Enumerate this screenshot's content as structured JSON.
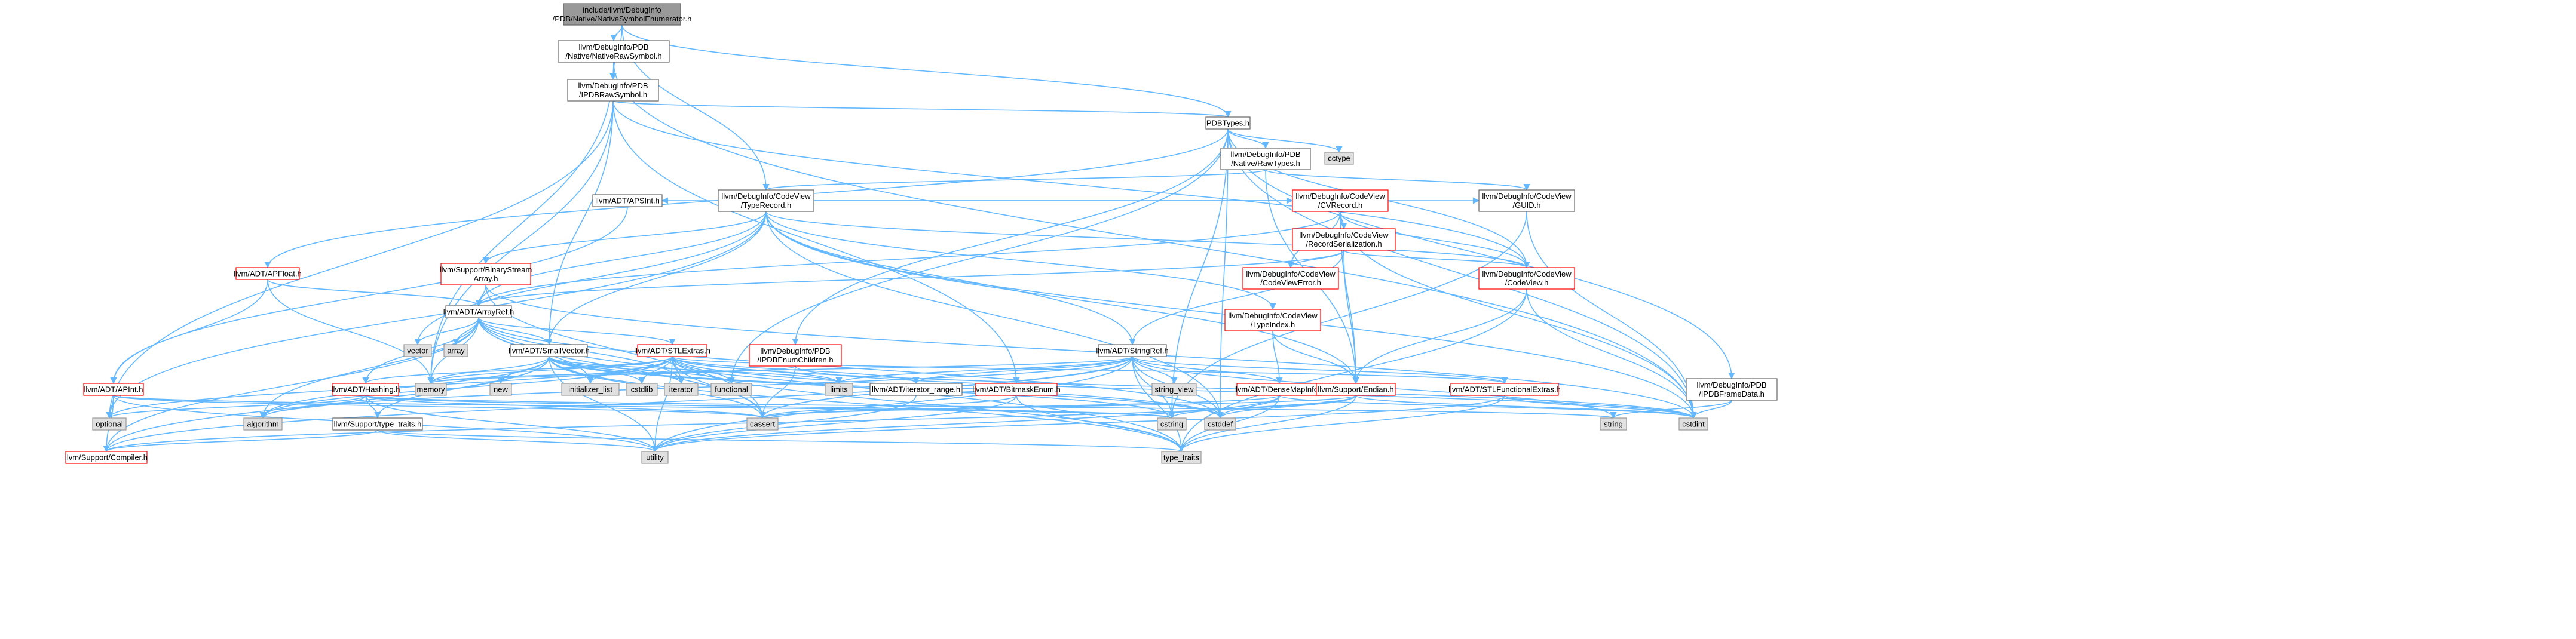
{
  "colors": {
    "edge": "#63b8ff",
    "node_border": "#666666",
    "node_fill": "#ffffff",
    "root_fill": "#999999",
    "error_border": "#ff0000",
    "system_fill": "#e0e0e0",
    "system_border": "#999999",
    "text": "#000000"
  },
  "nodes": [
    {
      "id": "root",
      "kind": "root",
      "lines": [
        "include/llvm/DebugInfo",
        "/PDB/Native/NativeSymbolEnumerator.h"
      ]
    },
    {
      "id": "native_raw_symbol",
      "kind": "normal",
      "lines": [
        "llvm/DebugInfo/PDB",
        "/Native/NativeRawSymbol.h"
      ]
    },
    {
      "id": "ipdb_raw_symbol",
      "kind": "normal",
      "lines": [
        "llvm/DebugInfo/PDB",
        "/IPDBRawSymbol.h"
      ]
    },
    {
      "id": "pdb_types",
      "kind": "normal",
      "lines": [
        "PDBTypes.h"
      ]
    },
    {
      "id": "native_raw_types",
      "kind": "normal",
      "lines": [
        "llvm/DebugInfo/PDB",
        "/Native/RawTypes.h"
      ]
    },
    {
      "id": "cctype",
      "kind": "system",
      "lines": [
        "cctype"
      ]
    },
    {
      "id": "type_record",
      "kind": "normal",
      "lines": [
        "llvm/DebugInfo/CodeView",
        "/TypeRecord.h"
      ]
    },
    {
      "id": "guid",
      "kind": "normal",
      "lines": [
        "llvm/DebugInfo/CodeView",
        "/GUID.h"
      ]
    },
    {
      "id": "cvrecord",
      "kind": "error",
      "lines": [
        "llvm/DebugInfo/CodeView",
        "/CVRecord.h"
      ]
    },
    {
      "id": "apsint",
      "kind": "normal",
      "lines": [
        "llvm/ADT/APSInt.h"
      ]
    },
    {
      "id": "apfloat",
      "kind": "error",
      "lines": [
        "llvm/ADT/APFloat.h"
      ]
    },
    {
      "id": "binary_stream_array",
      "kind": "error",
      "lines": [
        "llvm/Support/BinaryStream",
        "Array.h"
      ]
    },
    {
      "id": "record_serialization",
      "kind": "error",
      "lines": [
        "llvm/DebugInfo/CodeView",
        "/RecordSerialization.h"
      ]
    },
    {
      "id": "codeview_error",
      "kind": "error",
      "lines": [
        "llvm/DebugInfo/CodeView",
        "/CodeViewError.h"
      ]
    },
    {
      "id": "codeview",
      "kind": "error",
      "lines": [
        "llvm/DebugInfo/CodeView",
        "/CodeView.h"
      ]
    },
    {
      "id": "type_index",
      "kind": "error",
      "lines": [
        "llvm/DebugInfo/CodeView",
        "/TypeIndex.h"
      ]
    },
    {
      "id": "arrayref",
      "kind": "normal",
      "lines": [
        "llvm/ADT/ArrayRef.h"
      ]
    },
    {
      "id": "vector",
      "kind": "system",
      "lines": [
        "vector"
      ]
    },
    {
      "id": "array",
      "kind": "system",
      "lines": [
        "array"
      ]
    },
    {
      "id": "smallvector",
      "kind": "normal",
      "lines": [
        "llvm/ADT/SmallVector.h"
      ]
    },
    {
      "id": "stlextras",
      "kind": "error",
      "lines": [
        "llvm/ADT/STLExtras.h"
      ]
    },
    {
      "id": "ipdb_enum_children",
      "kind": "error",
      "lines": [
        "llvm/DebugInfo/PDB",
        "/IPDBEnumChildren.h"
      ]
    },
    {
      "id": "stringref",
      "kind": "normal",
      "lines": [
        "llvm/ADT/StringRef.h"
      ]
    },
    {
      "id": "ipdb_frame_data",
      "kind": "normal",
      "lines": [
        "llvm/DebugInfo/PDB",
        "/IPDBFrameData.h"
      ]
    },
    {
      "id": "apint",
      "kind": "error",
      "lines": [
        "llvm/ADT/APInt.h"
      ]
    },
    {
      "id": "new",
      "kind": "system",
      "lines": [
        "new"
      ]
    },
    {
      "id": "hashing",
      "kind": "error",
      "lines": [
        "llvm/ADT/Hashing.h"
      ]
    },
    {
      "id": "memory",
      "kind": "system",
      "lines": [
        "memory"
      ]
    },
    {
      "id": "initializer_list",
      "kind": "system",
      "lines": [
        "initializer_list"
      ]
    },
    {
      "id": "cstdlib",
      "kind": "system",
      "lines": [
        "cstdlib"
      ]
    },
    {
      "id": "iterator",
      "kind": "system",
      "lines": [
        "iterator"
      ]
    },
    {
      "id": "functional",
      "kind": "system",
      "lines": [
        "functional"
      ]
    },
    {
      "id": "limits",
      "kind": "system",
      "lines": [
        "limits"
      ]
    },
    {
      "id": "iterator_range",
      "kind": "normal",
      "lines": [
        "llvm/ADT/iterator_range.h"
      ]
    },
    {
      "id": "bitmask_enum",
      "kind": "error",
      "lines": [
        "llvm/ADT/BitmaskEnum.h"
      ]
    },
    {
      "id": "string_view",
      "kind": "system",
      "lines": [
        "string_view"
      ]
    },
    {
      "id": "densemapinfo",
      "kind": "error",
      "lines": [
        "llvm/ADT/DenseMapInfo.h"
      ]
    },
    {
      "id": "endian",
      "kind": "error",
      "lines": [
        "llvm/Support/Endian.h"
      ]
    },
    {
      "id": "stlfunctionalextras",
      "kind": "error",
      "lines": [
        "llvm/ADT/STLFunctionalExtras.h"
      ]
    },
    {
      "id": "string",
      "kind": "system",
      "lines": [
        "string"
      ]
    },
    {
      "id": "cstdint",
      "kind": "system",
      "lines": [
        "cstdint"
      ]
    },
    {
      "id": "optional",
      "kind": "system",
      "lines": [
        "optional"
      ]
    },
    {
      "id": "algorithm",
      "kind": "system",
      "lines": [
        "algorithm"
      ]
    },
    {
      "id": "type_traits_h",
      "kind": "normal",
      "lines": [
        "llvm/Support/type_traits.h"
      ]
    },
    {
      "id": "cassert",
      "kind": "system",
      "lines": [
        "cassert"
      ]
    },
    {
      "id": "cstring",
      "kind": "system",
      "lines": [
        "cstring"
      ]
    },
    {
      "id": "cstddef",
      "kind": "system",
      "lines": [
        "cstddef"
      ]
    },
    {
      "id": "compiler",
      "kind": "error",
      "lines": [
        "llvm/Support/Compiler.h"
      ]
    },
    {
      "id": "utility",
      "kind": "system",
      "lines": [
        "utility"
      ]
    },
    {
      "id": "type_traits",
      "kind": "system",
      "lines": [
        "type_traits"
      ]
    }
  ],
  "edges": [
    [
      "root",
      "native_raw_symbol"
    ],
    [
      "root",
      "ipdb_raw_symbol"
    ],
    [
      "root",
      "pdb_types"
    ],
    [
      "root",
      "type_record"
    ],
    [
      "native_raw_symbol",
      "ipdb_raw_symbol"
    ],
    [
      "native_raw_symbol",
      "memory"
    ],
    [
      "native_raw_symbol",
      "cstdint"
    ],
    [
      "ipdb_raw_symbol",
      "pdb_types"
    ],
    [
      "ipdb_raw_symbol",
      "smallvector"
    ],
    [
      "ipdb_raw_symbol",
      "bitmask_enum"
    ],
    [
      "ipdb_raw_symbol",
      "memory"
    ],
    [
      "ipdb_raw_symbol",
      "codeview"
    ],
    [
      "ipdb_raw_symbol",
      "optional"
    ],
    [
      "pdb_types",
      "native_raw_types"
    ],
    [
      "pdb_types",
      "cctype"
    ],
    [
      "pdb_types",
      "ipdb_enum_children"
    ],
    [
      "pdb_types",
      "ipdb_frame_data"
    ],
    [
      "pdb_types",
      "apfloat"
    ],
    [
      "pdb_types",
      "codeview"
    ],
    [
      "pdb_types",
      "cstdint"
    ],
    [
      "pdb_types",
      "cstring"
    ],
    [
      "pdb_types",
      "cstddef"
    ],
    [
      "pdb_types",
      "functional"
    ],
    [
      "native_raw_types",
      "type_record"
    ],
    [
      "native_raw_types",
      "guid"
    ],
    [
      "native_raw_types",
      "endian"
    ],
    [
      "type_record",
      "apsint"
    ],
    [
      "type_record",
      "arrayref"
    ],
    [
      "type_record",
      "smallvector"
    ],
    [
      "type_record",
      "stringref"
    ],
    [
      "type_record",
      "cvrecord"
    ],
    [
      "type_record",
      "codeview"
    ],
    [
      "type_record",
      "guid"
    ],
    [
      "type_record",
      "type_index"
    ],
    [
      "type_record",
      "binary_stream_array"
    ],
    [
      "type_record",
      "endian"
    ],
    [
      "type_record",
      "optional"
    ],
    [
      "type_record",
      "cstdint"
    ],
    [
      "type_record",
      "vector"
    ],
    [
      "type_record",
      "cstddef"
    ],
    [
      "guid",
      "cstdint"
    ],
    [
      "guid",
      "cstring"
    ],
    [
      "cvrecord",
      "arrayref"
    ],
    [
      "cvrecord",
      "codeview"
    ],
    [
      "cvrecord",
      "codeview_error"
    ],
    [
      "cvrecord",
      "record_serialization"
    ],
    [
      "cvrecord",
      "endian"
    ],
    [
      "cvrecord",
      "cstdint"
    ],
    [
      "apsint",
      "apint"
    ],
    [
      "apfloat",
      "arrayref"
    ],
    [
      "apfloat",
      "apint"
    ],
    [
      "apfloat",
      "memory"
    ],
    [
      "binary_stream_array",
      "arrayref"
    ],
    [
      "binary_stream_array",
      "cassert"
    ],
    [
      "binary_stream_array",
      "cstdint"
    ],
    [
      "record_serialization",
      "arrayref"
    ],
    [
      "record_serialization",
      "stringref"
    ],
    [
      "record_serialization",
      "codeview"
    ],
    [
      "record_serialization",
      "codeview_error"
    ],
    [
      "record_serialization",
      "endian"
    ],
    [
      "codeview",
      "endian"
    ],
    [
      "codeview",
      "cstdint"
    ],
    [
      "codeview",
      "type_traits"
    ],
    [
      "type_index",
      "endian"
    ],
    [
      "type_index",
      "densemapinfo"
    ],
    [
      "type_index",
      "cinttypes"
    ],
    [
      "arrayref",
      "hashing"
    ],
    [
      "arrayref",
      "smallvector"
    ],
    [
      "arrayref",
      "stlextras"
    ],
    [
      "arrayref",
      "compiler"
    ],
    [
      "arrayref",
      "algorithm"
    ],
    [
      "arrayref",
      "array"
    ],
    [
      "arrayref",
      "cassert"
    ],
    [
      "arrayref",
      "cstddef"
    ],
    [
      "arrayref",
      "initializer_list"
    ],
    [
      "arrayref",
      "iterator"
    ],
    [
      "arrayref",
      "memory"
    ],
    [
      "arrayref",
      "type_traits"
    ],
    [
      "arrayref",
      "vector"
    ],
    [
      "smallvector",
      "compiler"
    ],
    [
      "smallvector",
      "type_traits_h"
    ],
    [
      "smallvector",
      "algorithm"
    ],
    [
      "smallvector",
      "cassert"
    ],
    [
      "smallvector",
      "cstddef"
    ],
    [
      "smallvector",
      "cstdlib"
    ],
    [
      "smallvector",
      "cstring"
    ],
    [
      "smallvector",
      "functional"
    ],
    [
      "smallvector",
      "initializer_list"
    ],
    [
      "smallvector",
      "iterator"
    ],
    [
      "smallvector",
      "limits"
    ],
    [
      "smallvector",
      "memory"
    ],
    [
      "smallvector",
      "new"
    ],
    [
      "smallvector",
      "type_traits"
    ],
    [
      "smallvector",
      "utility"
    ],
    [
      "stlextras",
      "hashing"
    ],
    [
      "stlextras",
      "iterator_range"
    ],
    [
      "stlextras",
      "stlfunctionalextras"
    ],
    [
      "stlextras",
      "algorithm"
    ],
    [
      "stlextras",
      "cassert"
    ],
    [
      "stlextras",
      "cstddef"
    ],
    [
      "stlextras",
      "cstdint"
    ],
    [
      "stlextras",
      "cstdlib"
    ],
    [
      "stlextras",
      "functional"
    ],
    [
      "stlextras",
      "initializer_list"
    ],
    [
      "stlextras",
      "iterator"
    ],
    [
      "stlextras",
      "limits"
    ],
    [
      "stlextras",
      "memory"
    ],
    [
      "stlextras",
      "optional"
    ],
    [
      "stlextras",
      "tuple"
    ],
    [
      "stlextras",
      "type_traits"
    ],
    [
      "stlextras",
      "utility"
    ],
    [
      "ipdb_enum_children",
      "cassert"
    ],
    [
      "ipdb_enum_children",
      "cstdint"
    ],
    [
      "ipdb_enum_children",
      "memory"
    ],
    [
      "stringref",
      "densemapinfo"
    ],
    [
      "stringref",
      "iterator_range"
    ],
    [
      "stringref",
      "compiler"
    ],
    [
      "stringref",
      "algorithm"
    ],
    [
      "stringref",
      "cassert"
    ],
    [
      "stringref",
      "cstddef"
    ],
    [
      "stringref",
      "cstring"
    ],
    [
      "stringref",
      "limits"
    ],
    [
      "stringref",
      "string"
    ],
    [
      "stringref",
      "string_view"
    ],
    [
      "stringref",
      "type_traits"
    ],
    [
      "stringref",
      "utility"
    ],
    [
      "stringref",
      "stlfunctionalextras"
    ],
    [
      "stringref",
      "memory"
    ],
    [
      "ipdb_frame_data",
      "cstdint"
    ],
    [
      "ipdb_frame_data",
      "string"
    ],
    [
      "apint",
      "compiler"
    ],
    [
      "apint",
      "cassert"
    ],
    [
      "apint",
      "climits"
    ],
    [
      "apint",
      "cstring"
    ],
    [
      "apint",
      "optional"
    ],
    [
      "apint",
      "utility"
    ],
    [
      "hashing",
      "type_traits_h"
    ],
    [
      "hashing",
      "algorithm"
    ],
    [
      "hashing",
      "cassert"
    ],
    [
      "hashing",
      "cstring"
    ],
    [
      "hashing",
      "optional"
    ],
    [
      "hashing",
      "string"
    ],
    [
      "hashing",
      "utility"
    ],
    [
      "iterator_range",
      "utility"
    ],
    [
      "bitmask_enum",
      "cassert"
    ],
    [
      "bitmask_enum",
      "type_traits"
    ],
    [
      "bitmask_enum",
      "utility"
    ],
    [
      "densemapinfo",
      "cassert"
    ],
    [
      "densemapinfo",
      "cstddef"
    ],
    [
      "densemapinfo",
      "cstdint"
    ],
    [
      "densemapinfo",
      "type_traits"
    ],
    [
      "densemapinfo",
      "utility"
    ],
    [
      "endian",
      "compiler"
    ],
    [
      "endian",
      "cassert"
    ],
    [
      "endian",
      "cstddef"
    ],
    [
      "endian",
      "cstdint"
    ],
    [
      "endian",
      "cstring"
    ],
    [
      "endian",
      "type_traits"
    ],
    [
      "stlfunctionalextras",
      "cstdint"
    ],
    [
      "stlfunctionalextras",
      "type_traits"
    ],
    [
      "stlfunctionalextras",
      "utility"
    ],
    [
      "type_traits_h",
      "compiler"
    ],
    [
      "type_traits_h",
      "type_traits"
    ],
    [
      "type_traits_h",
      "utility"
    ]
  ]
}
